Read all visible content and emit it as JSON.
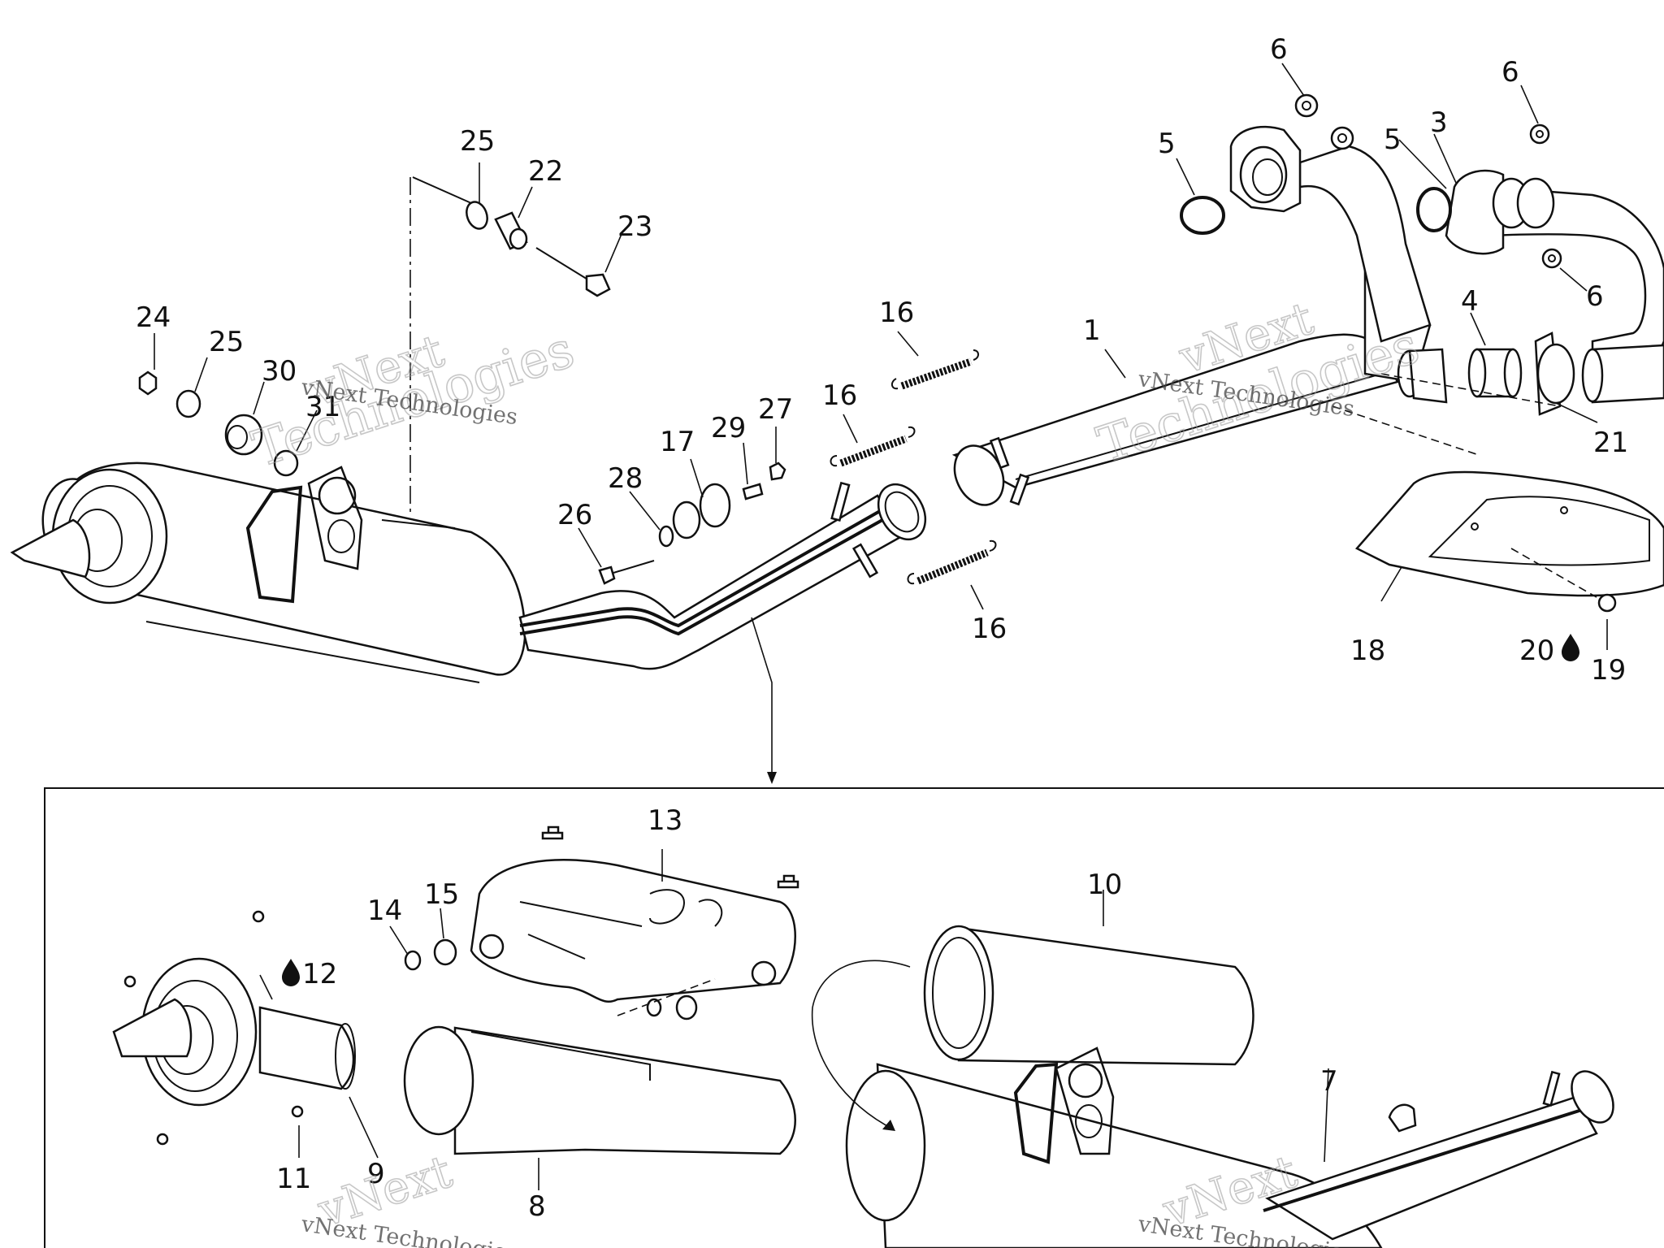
{
  "watermark": {
    "brand": "vNext",
    "company": "Technologies",
    "line": "vNext Technologies"
  },
  "callouts": {
    "c1": "1",
    "c3": "3",
    "c4": "4",
    "c5a": "5",
    "c5b": "5",
    "c6a": "6",
    "c6b": "6",
    "c6c": "6",
    "c7": "7",
    "c8": "8",
    "c9": "9",
    "c10": "10",
    "c11": "11",
    "c12": "12",
    "c13": "13",
    "c14": "14",
    "c15": "15",
    "c16a": "16",
    "c16b": "16",
    "c16c": "16",
    "c17": "17",
    "c18": "18",
    "c19": "19",
    "c20": "20",
    "c21": "21",
    "c22": "22",
    "c23": "23",
    "c24": "24",
    "c25a": "25",
    "c25b": "25",
    "c26": "26",
    "c27": "27",
    "c28": "28",
    "c29": "29",
    "c30": "30",
    "c31": "31"
  },
  "symbols": {
    "drop": "threadlocker-drop-icon"
  }
}
